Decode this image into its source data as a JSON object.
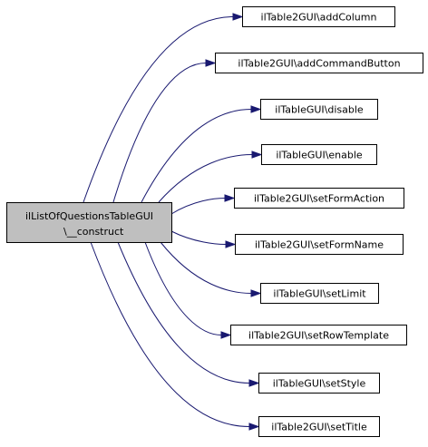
{
  "source": {
    "line1": "ilListOfQuestionsTableGUI",
    "line2": "\\__construct"
  },
  "targets": [
    "ilTable2GUI\\addColumn",
    "ilTable2GUI\\addCommandButton",
    "ilTableGUI\\disable",
    "ilTableGUI\\enable",
    "ilTable2GUI\\setFormAction",
    "ilTable2GUI\\setFormName",
    "ilTableGUI\\setLimit",
    "ilTable2GUI\\setRowTemplate",
    "ilTableGUI\\setStyle",
    "ilTable2GUI\\setTitle"
  ],
  "colors": {
    "edge": "#191970",
    "source_fill": "#bfbfbf",
    "node_border": "#000000"
  }
}
